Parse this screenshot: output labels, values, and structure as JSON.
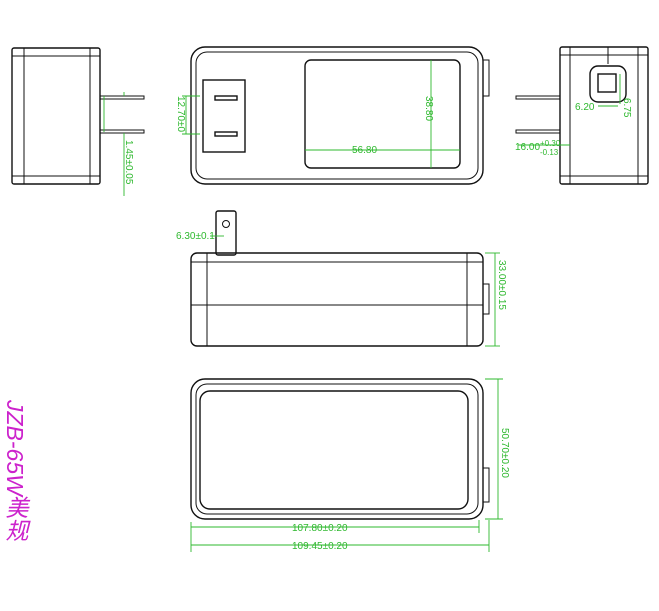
{
  "model_label": "JZB-65W美规",
  "dimensions": {
    "pin_spacing": "12.70±0",
    "pin_thickness": "1.45±0.05",
    "label_height": "38.80",
    "label_width": "56.80",
    "port_width": "6.20",
    "port_height": "6.75",
    "pin_length": "16.00",
    "pin_length_tol_plus": "+0.30",
    "pin_length_tol_minus": "-0.13",
    "pin_hole": "6.30±0.1",
    "body_height": "33.00±0.15",
    "body_depth": "50.70±0.20",
    "inner_length": "107.80±0.20",
    "overall_length": "109.45±0.20"
  },
  "colors": {
    "dimension": "#2eb82e",
    "outline": "#111111",
    "model_label": "#cc22cc"
  }
}
